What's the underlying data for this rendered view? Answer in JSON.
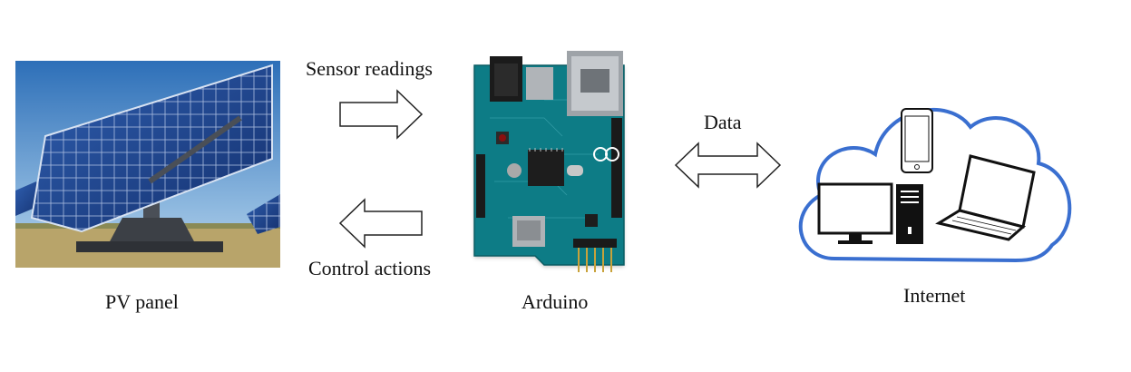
{
  "labels": {
    "pv_panel": "PV panel",
    "arduino": "Arduino",
    "internet": "Internet",
    "sensor_readings": "Sensor readings",
    "control_actions": "Control actions",
    "data": "Data"
  },
  "nodes": [
    {
      "id": "pv",
      "label": "PV panel",
      "kind": "photo"
    },
    {
      "id": "arduino",
      "label": "Arduino",
      "kind": "photo"
    },
    {
      "id": "internet",
      "label": "Internet",
      "kind": "cloud"
    }
  ],
  "edges": [
    {
      "from": "pv",
      "to": "arduino",
      "label": "Sensor readings",
      "direction": "right"
    },
    {
      "from": "arduino",
      "to": "pv",
      "label": "Control actions",
      "direction": "left"
    },
    {
      "from": "arduino",
      "to": "internet",
      "label": "Data",
      "direction": "both"
    }
  ],
  "colors": {
    "cloud_outline": "#3a6fd0",
    "board": "#0e7c86",
    "sky_top": "#2d6fb8",
    "sky_bottom": "#a9c9e6",
    "panel": "#1c3f8a"
  },
  "icons": [
    "smartphone-icon",
    "monitor-icon",
    "desktop-tower-icon",
    "laptop-icon"
  ]
}
